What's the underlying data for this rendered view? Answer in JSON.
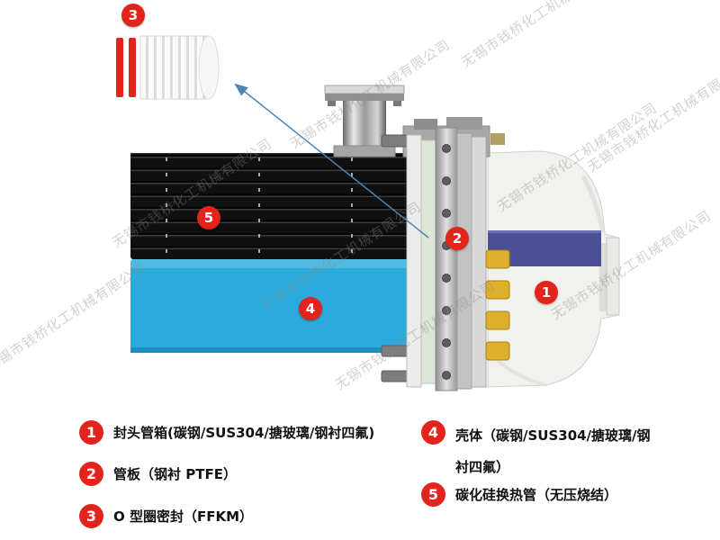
{
  "watermark": {
    "text": "无锡市钱桥化工机械有限公司"
  },
  "legend": {
    "items": [
      {
        "num": "1",
        "text": "封头管箱(碳钢/SUS304/搪玻璃/钢衬四氟)"
      },
      {
        "num": "2",
        "text": "管板（钢衬 PTFE）"
      },
      {
        "num": "3",
        "text": "O 型圈密封（FFKM）"
      },
      {
        "num": "4",
        "text": "壳体（碳钢/SUS304/搪玻璃/钢衬四氟）"
      },
      {
        "num": "5",
        "text": "碳化硅换热管（无压烧结）"
      }
    ]
  },
  "colors": {
    "accent_red": "#e2241c",
    "shell_blue": "#2aabdc",
    "tube_black": "#101010",
    "housing_purple": "#4b4f93",
    "housing_white": "#f1f1ee",
    "bolt_yellow": "#ddaf2b",
    "arrow_blue": "#4a86b8",
    "metal_gray": "#b0b0b0"
  }
}
